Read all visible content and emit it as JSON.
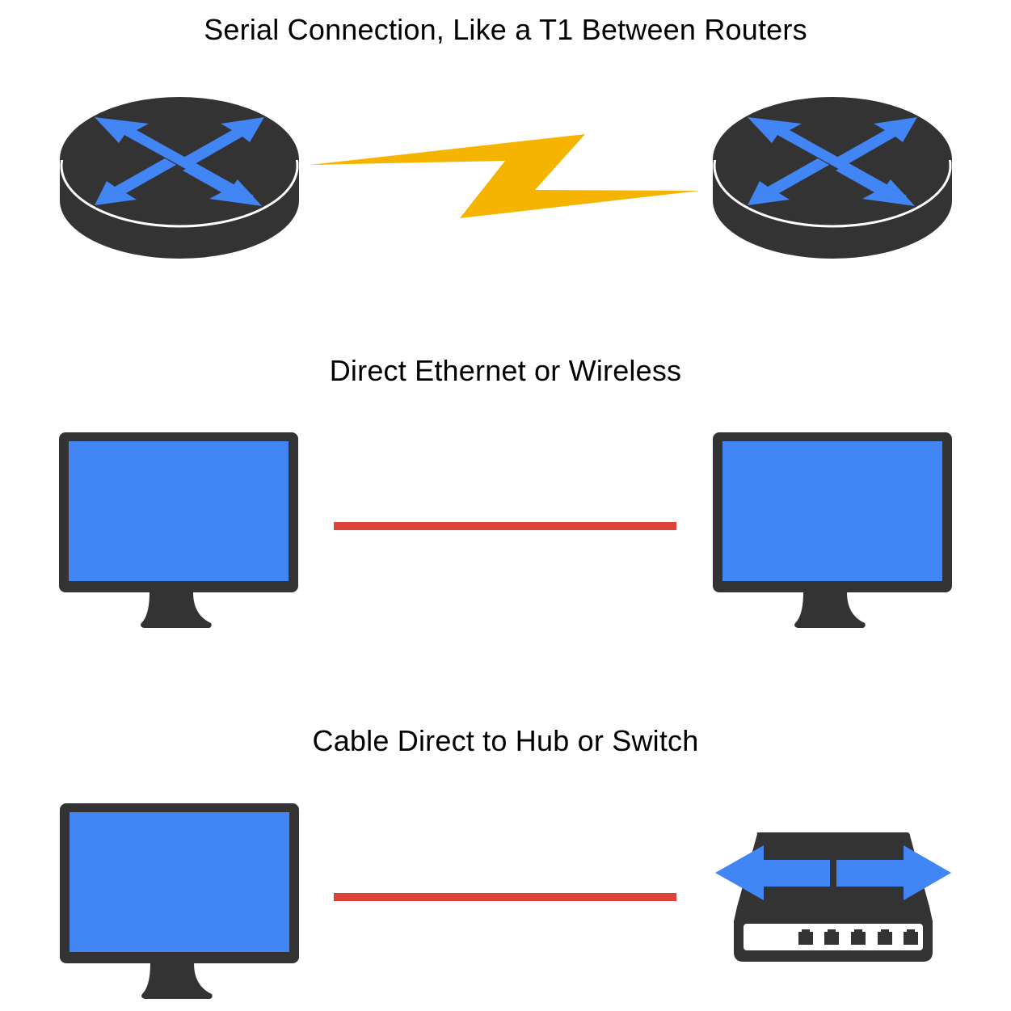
{
  "diagram": {
    "colors": {
      "device_dark": "#333333",
      "accent_blue": "#4285f4",
      "serial_link": "#f4b400",
      "ethernet_link": "#db4437",
      "background": "#ffffff"
    },
    "sections": [
      {
        "title": "Serial Connection, Like a T1 Between Routers",
        "left_device": "router",
        "right_device": "router",
        "link": "serial-lightning-bolt"
      },
      {
        "title": "Direct Ethernet or Wireless",
        "left_device": "computer-monitor",
        "right_device": "computer-monitor",
        "link": "ethernet-cable-line"
      },
      {
        "title": "Cable Direct to Hub or Switch",
        "left_device": "computer-monitor",
        "right_device": "switch",
        "link": "ethernet-cable-line",
        "switch_port_count": 5
      }
    ]
  }
}
